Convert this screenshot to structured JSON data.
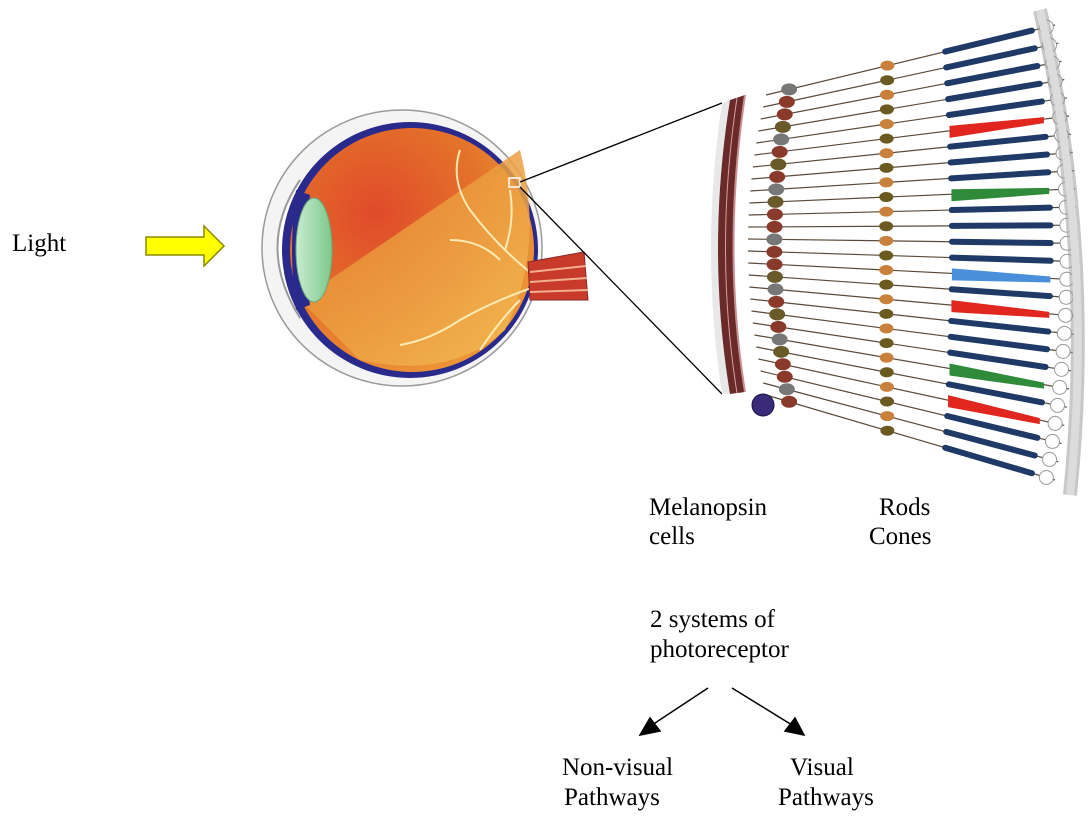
{
  "labels": {
    "light": "Light",
    "melanopsin_line1": "Melanopsin",
    "melanopsin_line2": "cells",
    "rods": "Rods",
    "cones": "Cones",
    "systems_line1": "2 systems of",
    "systems_line2": "photoreceptor",
    "nonvisual_line1": "Non-visual",
    "nonvisual_line2": "Pathways",
    "visual_line1": "Visual",
    "visual_line2": "Pathways"
  },
  "colors": {
    "arrow_fill": "#ffff00",
    "arrow_stroke": "#8a8a00",
    "sclera_outline": "#2a2a8c",
    "choroid": "#d94a2c",
    "vitreous": "#e8892a",
    "retina_fundus": "#f2b34a",
    "lens": "#9fd9a8",
    "optic_nerve": "#c83a2a",
    "rod": "#1f3a66",
    "cone_red": "#e0261e",
    "cone_green": "#2f8a3a",
    "cone_blue": "#4a8fd9",
    "melanopsin_cell": "#3a2a7a"
  }
}
